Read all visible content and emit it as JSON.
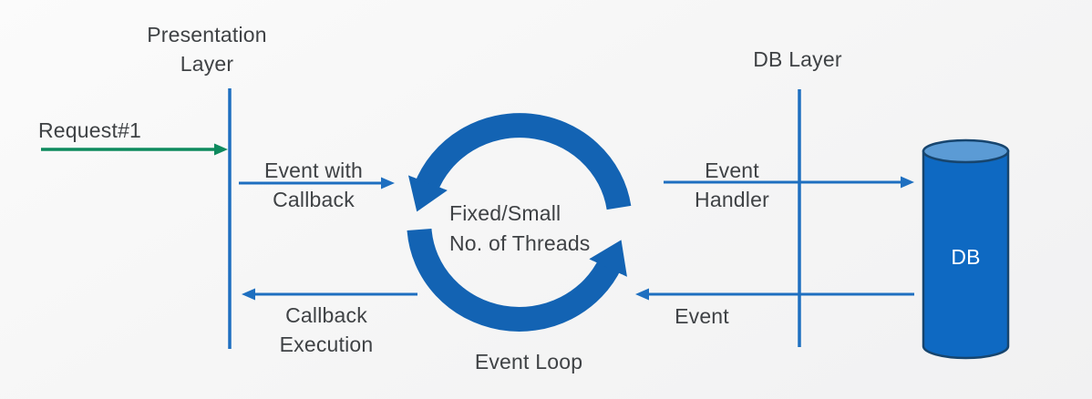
{
  "colors": {
    "background": "#f6f6f6",
    "line_blue": "#1e6fc0",
    "arc_blue": "#1363b3",
    "green_arrow": "#0e8a5e",
    "text": "#3f4245",
    "cylinder_body": "#0e69c2",
    "cylinder_top": "#5b9bd5",
    "cylinder_outline": "#17456e",
    "db_text": "#ffffff"
  },
  "layers": {
    "presentation": {
      "label": "Presentation\nLayer"
    },
    "db": {
      "label": "DB Layer"
    }
  },
  "event_loop": {
    "center_label": "Fixed/Small\nNo. of Threads",
    "caption": "Event Loop"
  },
  "database": {
    "label": "DB"
  },
  "arrows": {
    "request": {
      "label": "Request#1"
    },
    "event_with_callback": {
      "label": "Event with\nCallback"
    },
    "callback_execution": {
      "label": "Callback\nExecution"
    },
    "event_handler": {
      "label": "Event\nHandler"
    },
    "event": {
      "label": "Event"
    }
  }
}
